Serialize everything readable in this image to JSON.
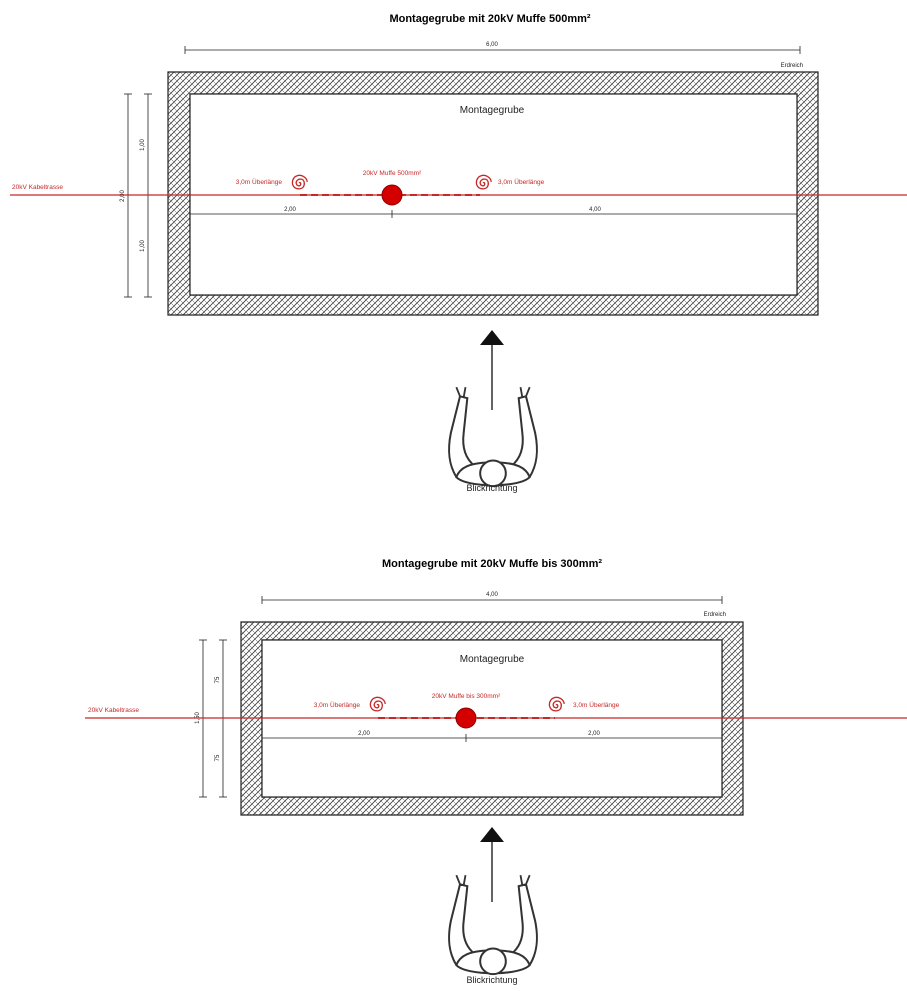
{
  "colors": {
    "cable": "#c62828",
    "line": "#222222",
    "hatch": "#444444"
  },
  "diagrams": [
    {
      "title": "Montagegrube mit 20kV Muffe 500mm²",
      "pit_label": "Montagegrube",
      "top_dim": "6,00",
      "ground_label": "Erdreich",
      "cable_label": "20kV Kabeltrasse",
      "joint_label": "20kV Muffe 500mm²",
      "coil_left_label": "3,0m Überlänge",
      "coil_right_label": "3,0m Überlänge",
      "dim_left_bottom": "2,00",
      "dim_right_bottom": "4,00",
      "dim_v_total": "2,00",
      "dim_v_upper": "1,00",
      "dim_v_lower": "1,00",
      "view_label": "Blickrichtung"
    },
    {
      "title": "Montagegrube mit 20kV Muffe bis 300mm²",
      "pit_label": "Montagegrube",
      "top_dim": "4,00",
      "ground_label": "Erdreich",
      "cable_label": "20kV Kabeltrasse",
      "joint_label": "20kV Muffe bis 300mm²",
      "coil_left_label": "3,0m Überlänge",
      "coil_right_label": "3,0m Überlänge",
      "dim_left_bottom": "2,00",
      "dim_right_bottom": "2,00",
      "dim_v_total": "1,50",
      "dim_v_upper": "75",
      "dim_v_lower": "75",
      "view_label": "Blickrichtung"
    }
  ]
}
